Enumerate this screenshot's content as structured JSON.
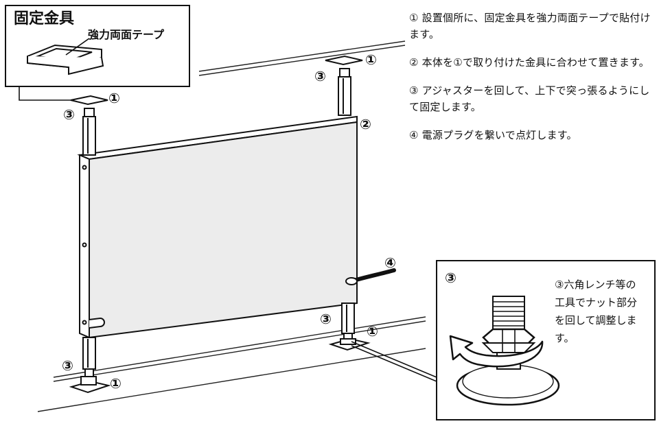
{
  "inset_fixture": {
    "title": "固定金具",
    "tape_label": "強力両面テープ"
  },
  "markers": {
    "m1": "①",
    "m2": "②",
    "m3": "③",
    "m4": "④"
  },
  "instructions": [
    "① 設置個所に、固定金具を強力両面テープで貼付けます。",
    "② 本体を①で取り付けた金具に合わせて置きます。",
    "③ アジャスターを回して、上下で突っ張るようにして固定します。",
    "④ 電源プラグを繋いで点灯します。"
  ],
  "detail_inset": {
    "marker": "③",
    "text": [
      "③六角レンチ等の",
      "工具でナット部分",
      "を回して調整しま",
      "す。"
    ]
  }
}
